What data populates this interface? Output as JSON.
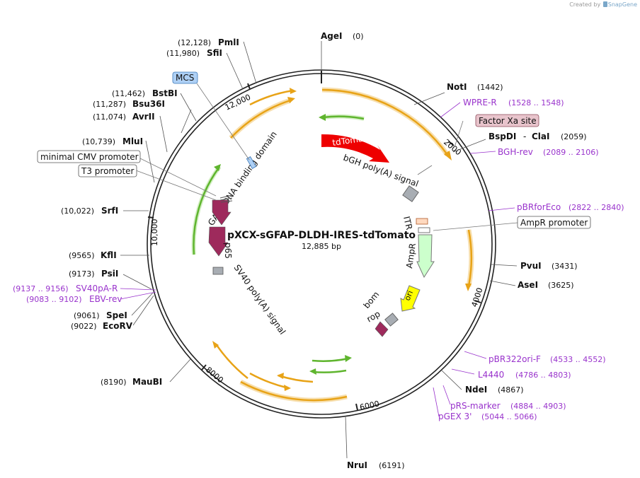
{
  "watermark": {
    "created_by": "Created by",
    "brand": "SnapGene"
  },
  "plasmid": {
    "name": "pXCX-sGFAP-DLDH-IRES-tdTomato",
    "length_label": "12,885 bp",
    "length": 12885
  },
  "ticks": [
    {
      "label": "2000",
      "pos": 2000
    },
    {
      "label": "4000",
      "pos": 4000
    },
    {
      "label": "6000",
      "pos": 6000
    },
    {
      "label": "8000",
      "pos": 8000
    },
    {
      "label": "10,000",
      "pos": 10000
    },
    {
      "label": "12,000",
      "pos": 12000
    }
  ],
  "sites": [
    {
      "name": "AgeI",
      "coord": "(0)"
    },
    {
      "name": "NotI",
      "coord": "(1442)"
    },
    {
      "name": "BspDI",
      "name2": "ClaI",
      "coord": "(2059)"
    },
    {
      "name": "PvuI",
      "coord": "(3431)"
    },
    {
      "name": "AseI",
      "coord": "(3625)"
    },
    {
      "name": "NdeI",
      "coord": "(4867)"
    },
    {
      "name": "NruI",
      "coord": "(6191)"
    },
    {
      "name": "MauBI",
      "coord": "(8190)"
    },
    {
      "name": "EcoRV",
      "coord": "(9022)"
    },
    {
      "name": "SpeI",
      "coord": "(9061)"
    },
    {
      "name": "PsiI",
      "coord": "(9173)"
    },
    {
      "name": "KflI",
      "coord": "(9565)"
    },
    {
      "name": "SrfI",
      "coord": "(10,022)"
    },
    {
      "name": "MluI",
      "coord": "(10,739)"
    },
    {
      "name": "AvrII",
      "coord": "(11,074)"
    },
    {
      "name": "Bsu36I",
      "coord": "(11,287)"
    },
    {
      "name": "BstBI",
      "coord": "(11,462)"
    },
    {
      "name": "SfiI",
      "coord": "(11,980)"
    },
    {
      "name": "PmlI",
      "coord": "(12,128)"
    }
  ],
  "primers": [
    {
      "name": "WPRE-R",
      "range": "(1528 .. 1548)"
    },
    {
      "name": "BGH-rev",
      "range": "(2089 .. 2106)"
    },
    {
      "name": "pBRforEco",
      "range": "(2822 .. 2840)"
    },
    {
      "name": "pBR322ori-F",
      "range": "(4533 .. 4552)"
    },
    {
      "name": "L4440",
      "range": "(4786 .. 4803)"
    },
    {
      "name": "pRS-marker",
      "range": "(4884 .. 4903)"
    },
    {
      "name": "pGEX 3'",
      "range": "(5044 .. 5066)"
    },
    {
      "name": "SV40pA-R",
      "range": "(9137 .. 9156)"
    },
    {
      "name": "EBV-rev",
      "range": "(9083 .. 9102)"
    }
  ],
  "boxed_features": {
    "mcs": "MCS",
    "factor_xa": "Factor Xa site",
    "ampr_promoter": "AmpR promoter",
    "cmv": "minimal CMV promoter",
    "t3": "T3 promoter"
  },
  "features": {
    "tdtomato": "tdTomato",
    "bgh": "bGH poly(A) signal",
    "itr": "ITR",
    "ampr": "AmpR",
    "ori": "ori",
    "bom": "bom",
    "rop": "rop",
    "gal4": "GAL4 DNA binding domain",
    "p65": "p65",
    "sv40": "SV40 poly(A) signal"
  },
  "colors": {
    "backbone": "#222222",
    "orange_arrow": "#e8a317",
    "orange_glow": "#f7dfae",
    "green_arrow": "#5fb52e",
    "green_glow": "#d4efc4",
    "tdtomato": "#ee0000",
    "ampr": "#ccffcc",
    "ori": "#ffff00",
    "magenta_feature": "#9e2a5c",
    "gray_feature": "#a8adb3",
    "primer": "#9933cc",
    "mcs_fill": "#aed0f5",
    "factor_xa_fill": "#e8c4cc",
    "itr_fill": "#ffd9bf"
  }
}
